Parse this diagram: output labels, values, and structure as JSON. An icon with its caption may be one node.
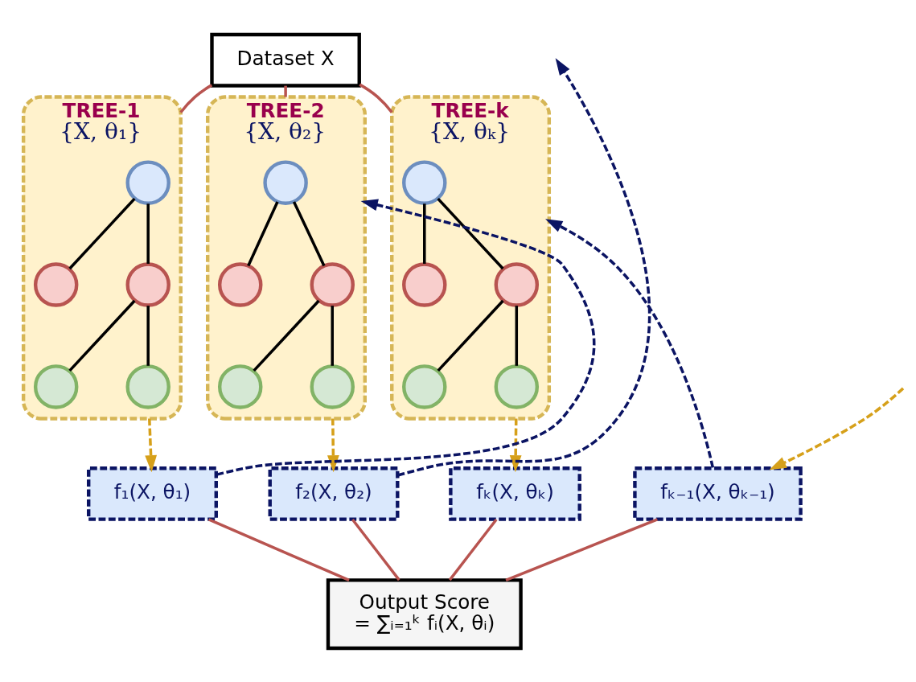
{
  "diagram": {
    "nodes": [
      {
        "text": [
          "Dataset X"
        ]
      },
      {
        "text": [
          "TREE-1",
          "{X, θ₁}"
        ]
      },
      {
        "text": [],
        "shape": "circle",
        "in": 1
      },
      {
        "text": [],
        "shape": "circle",
        "in": 1
      },
      {
        "text": [],
        "shape": "circle",
        "in": 1
      },
      {
        "text": [],
        "shape": "circle",
        "in": 1
      },
      {
        "text": [],
        "shape": "circle",
        "in": 1
      },
      {
        "text": [
          "TREE-2",
          "{X, θ₂}"
        ]
      },
      {
        "text": [],
        "shape": "circle",
        "in": 7
      },
      {
        "text": [],
        "shape": "circle",
        "in": 7
      },
      {
        "text": [],
        "shape": "circle",
        "in": 7
      },
      {
        "text": [],
        "shape": "circle",
        "in": 7
      },
      {
        "text": [],
        "shape": "circle",
        "in": 7
      },
      {
        "text": [
          "TREE-k",
          "{X, θₖ}"
        ]
      },
      {
        "text": [],
        "shape": "circle",
        "in": 13
      },
      {
        "text": [],
        "shape": "circle",
        "in": 13
      },
      {
        "text": [],
        "shape": "circle",
        "in": 13
      },
      {
        "text": [],
        "shape": "circle",
        "in": 13
      },
      {
        "text": [],
        "shape": "circle",
        "in": 13
      },
      {
        "text": [
          "f₁(X, θ₁)"
        ]
      },
      {
        "text": [
          "f₂(X, θ₂)"
        ]
      },
      {
        "text": [
          "fₖ₋₁(X, θₖ₋₁)"
        ]
      },
      {
        "text": [
          "fₖ(X, θₖ)"
        ]
      },
      {
        "text": [
          "Output Score",
          "= ∑ᵢ₌₁ᵏ fᵢ(X, θᵢ)"
        ]
      }
    ],
    "edges": [
      {
        "from": 0,
        "to": 1,
        "arrow": "none",
        "color": "#b85450"
      },
      {
        "from": 0,
        "to": 7,
        "arrow": "none",
        "color": "#b85450"
      },
      {
        "from": 0,
        "to": 13,
        "arrow": "none",
        "color": "#b85450"
      },
      {
        "from": 2,
        "to": 3,
        "arrow": "none"
      },
      {
        "from": 2,
        "to": 4,
        "arrow": "none"
      },
      {
        "from": 4,
        "to": 5,
        "arrow": "none"
      },
      {
        "from": 4,
        "to": 6,
        "arrow": "none"
      },
      {
        "from": 8,
        "to": 9,
        "arrow": "none"
      },
      {
        "from": 8,
        "to": 10,
        "arrow": "none"
      },
      {
        "from": 10,
        "to": 11,
        "arrow": "none"
      },
      {
        "from": 10,
        "to": 12,
        "arrow": "none"
      },
      {
        "from": 14,
        "to": 15,
        "arrow": "none"
      },
      {
        "from": 14,
        "to": 16,
        "arrow": "none"
      },
      {
        "from": 16,
        "to": 17,
        "arrow": "none"
      },
      {
        "from": 16,
        "to": 18,
        "arrow": "none"
      },
      {
        "from": 1,
        "to": 19,
        "arrow": "to",
        "style": "dashed",
        "color": "#d6a01a"
      },
      {
        "from": 7,
        "to": 20,
        "arrow": "to",
        "style": "dashed",
        "color": "#d6a01a"
      },
      {
        "from": null,
        "to": 21,
        "arrow": "to",
        "style": "dashed",
        "color": "#d6a01a"
      },
      {
        "from": 13,
        "to": 22,
        "arrow": "to",
        "style": "dashed",
        "color": "#d6a01a"
      },
      {
        "from": 19,
        "to": 7,
        "arrow": "to",
        "style": "dashed",
        "color": "#0b1463"
      },
      {
        "from": 20,
        "to": null,
        "arrow": "to",
        "style": "dashed",
        "color": "#0b1463"
      },
      {
        "from": 21,
        "to": 13,
        "arrow": "to",
        "style": "dashed",
        "color": "#0b1463"
      },
      {
        "from": 19,
        "to": 23,
        "arrow": "none",
        "color": "#b85450"
      },
      {
        "from": 20,
        "to": 23,
        "arrow": "none",
        "color": "#b85450"
      },
      {
        "from": 21,
        "to": 23,
        "arrow": "none",
        "color": "#b85450"
      },
      {
        "from": 22,
        "to": 23,
        "arrow": "none",
        "color": "#b85450"
      }
    ]
  }
}
